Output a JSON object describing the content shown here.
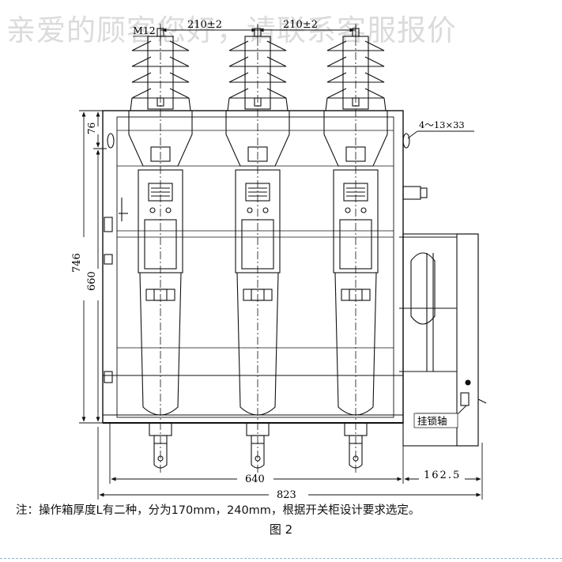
{
  "watermark": "亲爱的顾客您好，请联系客服报价",
  "dims": {
    "thread": "M12",
    "pitch_left": "210±2",
    "pitch_right": "210±2",
    "slots": "4～13×33",
    "height_746": "746",
    "height_660": "660",
    "height_76": "76",
    "width_640": "640",
    "width_823": "823",
    "width_162": "162.5"
  },
  "labels": {
    "lock_shaft": "挂锁轴"
  },
  "caption": {
    "note": "注：操作箱厚度L有二种，分为170mm，240mm，根据开关柜设计要求选定。",
    "figure": "图 2"
  }
}
